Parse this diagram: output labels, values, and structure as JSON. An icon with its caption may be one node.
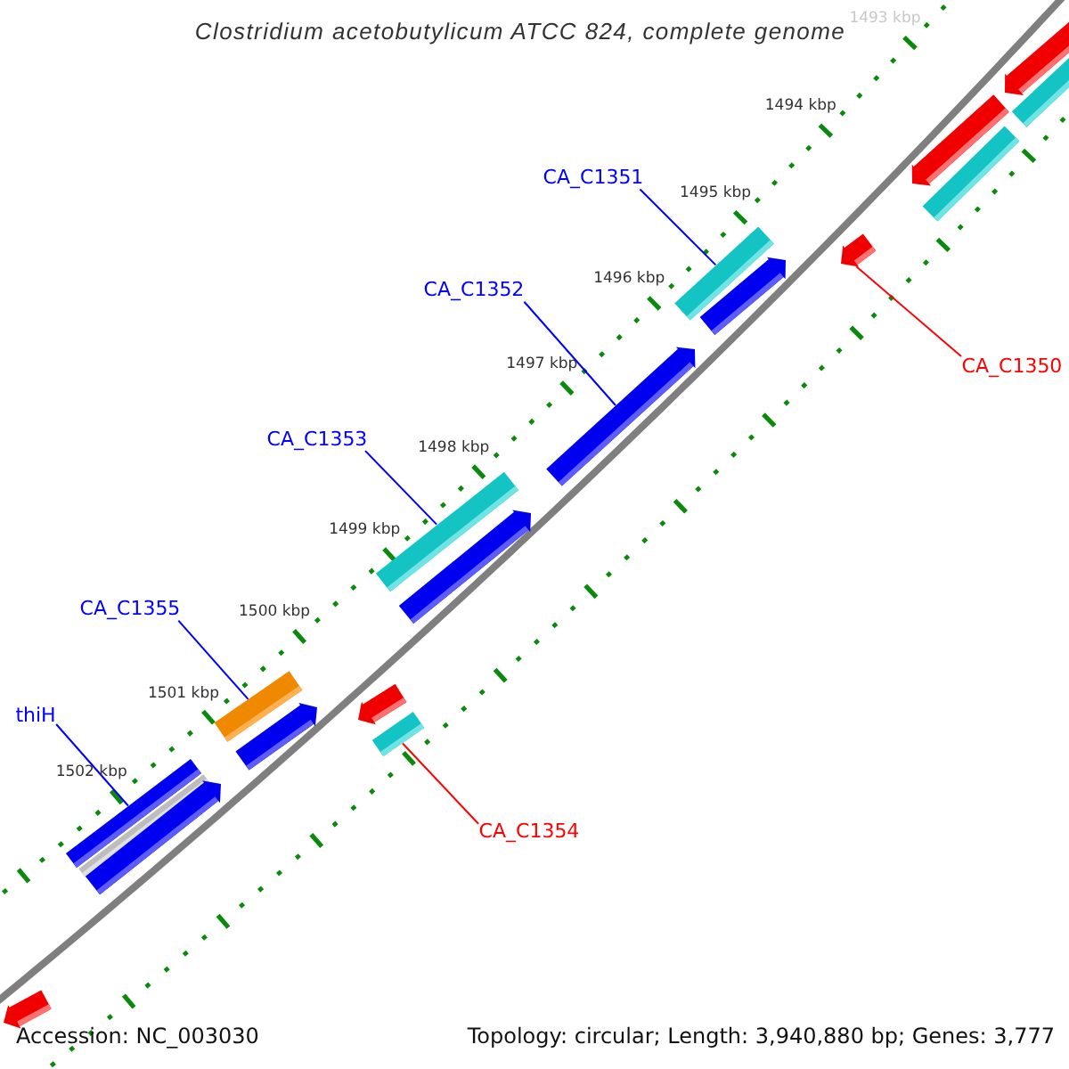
{
  "diagram": {
    "title": "Clostridium acetobutylicum ATCC 824, complete genome",
    "nodes": [
      {
        "text": [
          "CA_C1351"
        ]
      },
      {
        "text": [
          "CA_C1352"
        ]
      },
      {
        "text": [
          "CA_C1350"
        ]
      },
      {
        "text": [
          "CA_C1353"
        ]
      },
      {
        "text": [
          "CA_C1355"
        ]
      },
      {
        "text": [
          "thiH"
        ]
      },
      {
        "text": [
          "CA_C1354"
        ]
      },
      {
        "text": [],
        "shape": "arrow"
      },
      {
        "text": [],
        "shape": "bar"
      },
      {
        "text": [],
        "shape": "arrow"
      },
      {
        "text": [],
        "shape": "bar"
      },
      {
        "text": [],
        "shape": "arrow"
      },
      {
        "text": [],
        "shape": "bar"
      },
      {
        "text": [],
        "shape": "arrow"
      },
      {
        "text": [],
        "shape": "arrow"
      },
      {
        "text": [],
        "shape": "bar"
      },
      {
        "text": [],
        "shape": "arrow"
      },
      {
        "text": [],
        "shape": "bar"
      },
      {
        "text": [],
        "shape": "arrow"
      },
      {
        "text": [],
        "shape": "arrow"
      },
      {
        "text": [],
        "shape": "bar"
      },
      {
        "text": [],
        "shape": "bar"
      },
      {
        "text": [],
        "shape": "bar"
      },
      {
        "text": [],
        "shape": "arrow"
      },
      {
        "text": [],
        "shape": "arrow"
      }
    ],
    "edges": [
      {
        "from": 0,
        "to": 12,
        "arrow": "none"
      },
      {
        "from": 1,
        "to": 14,
        "arrow": "none"
      },
      {
        "from": 2,
        "to": 11,
        "arrow": "none",
        "color": "#ff0000"
      },
      {
        "from": 3,
        "to": 15,
        "arrow": "none"
      },
      {
        "from": 4,
        "to": 17,
        "arrow": "none"
      },
      {
        "from": 5,
        "to": 21,
        "arrow": "none"
      },
      {
        "from": 6,
        "to": 20,
        "arrow": "none",
        "color": "#ff0000"
      }
    ],
    "labels": [
      "1493 kbp",
      "1494 kbp",
      "1495 kbp",
      "1496 kbp",
      "1497 kbp",
      "1498 kbp",
      "1499 kbp",
      "1500 kbp",
      "1501 kbp",
      "1502 kbp",
      "Accession: NC_003030",
      "Topology: circular; Length: 3,940,880 bp; Genes: 3,777"
    ]
  }
}
